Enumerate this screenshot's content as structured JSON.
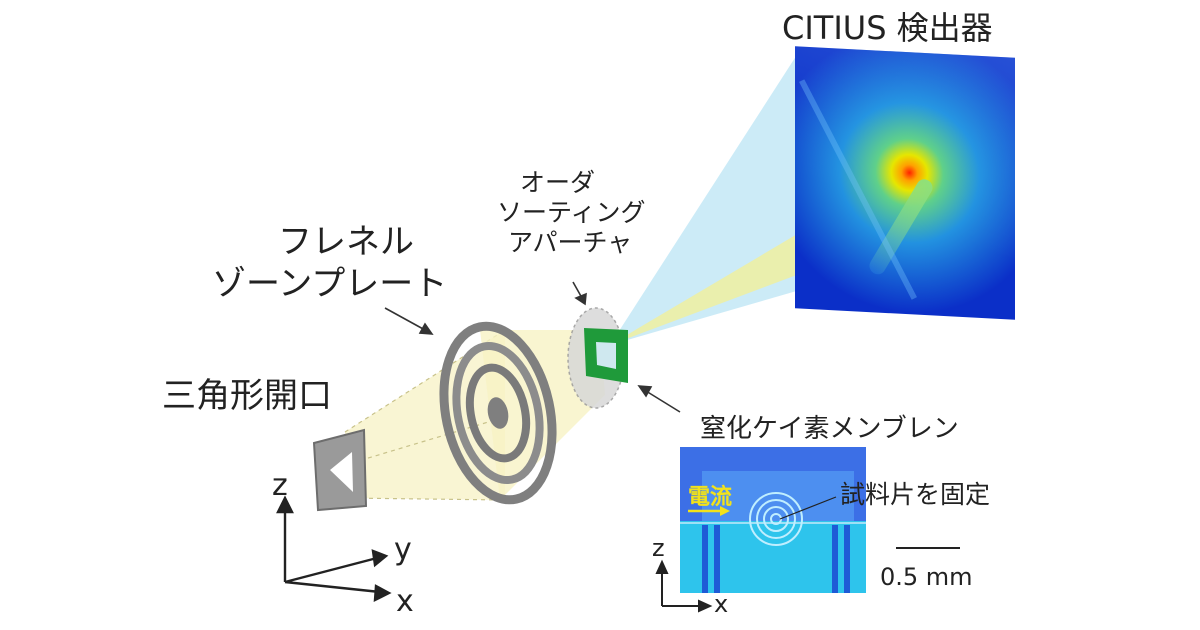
{
  "labels": {
    "detector": "CITIUS 検出器",
    "osa": [
      "オーダ",
      "ソーティング",
      "アパーチャ"
    ],
    "fzp": [
      "フレネル",
      "ゾーンプレート"
    ],
    "aperture": "三角形開口",
    "membrane": "窒化ケイ素メンブレン",
    "sample": "試料片を固定",
    "current": "電流",
    "scale": "0.5 mm"
  },
  "axes_main": {
    "z": "z",
    "y": "y",
    "x": "x"
  },
  "axes_inset": {
    "z": "z",
    "x": "x"
  },
  "colors": {
    "beam_cyan": "#bfe6f5",
    "beam_yellow": "#f3f0b0",
    "osa_green": "#1f9a3a",
    "fzp_gray": "#8a8a8a",
    "detector_blue": "#0b2fc8",
    "membrane_blue": "#3c6fe6",
    "current_yellow": "#f2e21a"
  }
}
